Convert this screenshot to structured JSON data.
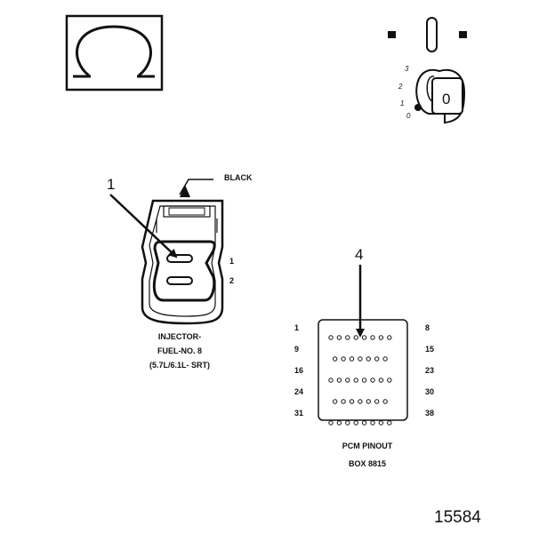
{
  "ohmmeter_symbol": "Ω",
  "ignition_key": {
    "positions": [
      "3",
      "2",
      "1",
      "0"
    ],
    "key_label": "0"
  },
  "injector_connector": {
    "wire_color_label": "BLACK",
    "callout_number": "1",
    "pin_labels": [
      "1",
      "2"
    ],
    "caption_lines": [
      "INJECTOR-",
      "FUEL-NO. 8",
      "(5.7L/6.1L- SRT)"
    ]
  },
  "pcm_connector": {
    "callout_number": "4",
    "row_start_labels": [
      "1",
      "9",
      "16",
      "24",
      "31"
    ],
    "row_end_labels": [
      "8",
      "15",
      "23",
      "30",
      "38"
    ],
    "row_pin_counts": [
      8,
      7,
      8,
      7,
      8
    ],
    "caption_lines": [
      "PCM PINOUT",
      "BOX 8815"
    ]
  },
  "figure_number": "15584"
}
